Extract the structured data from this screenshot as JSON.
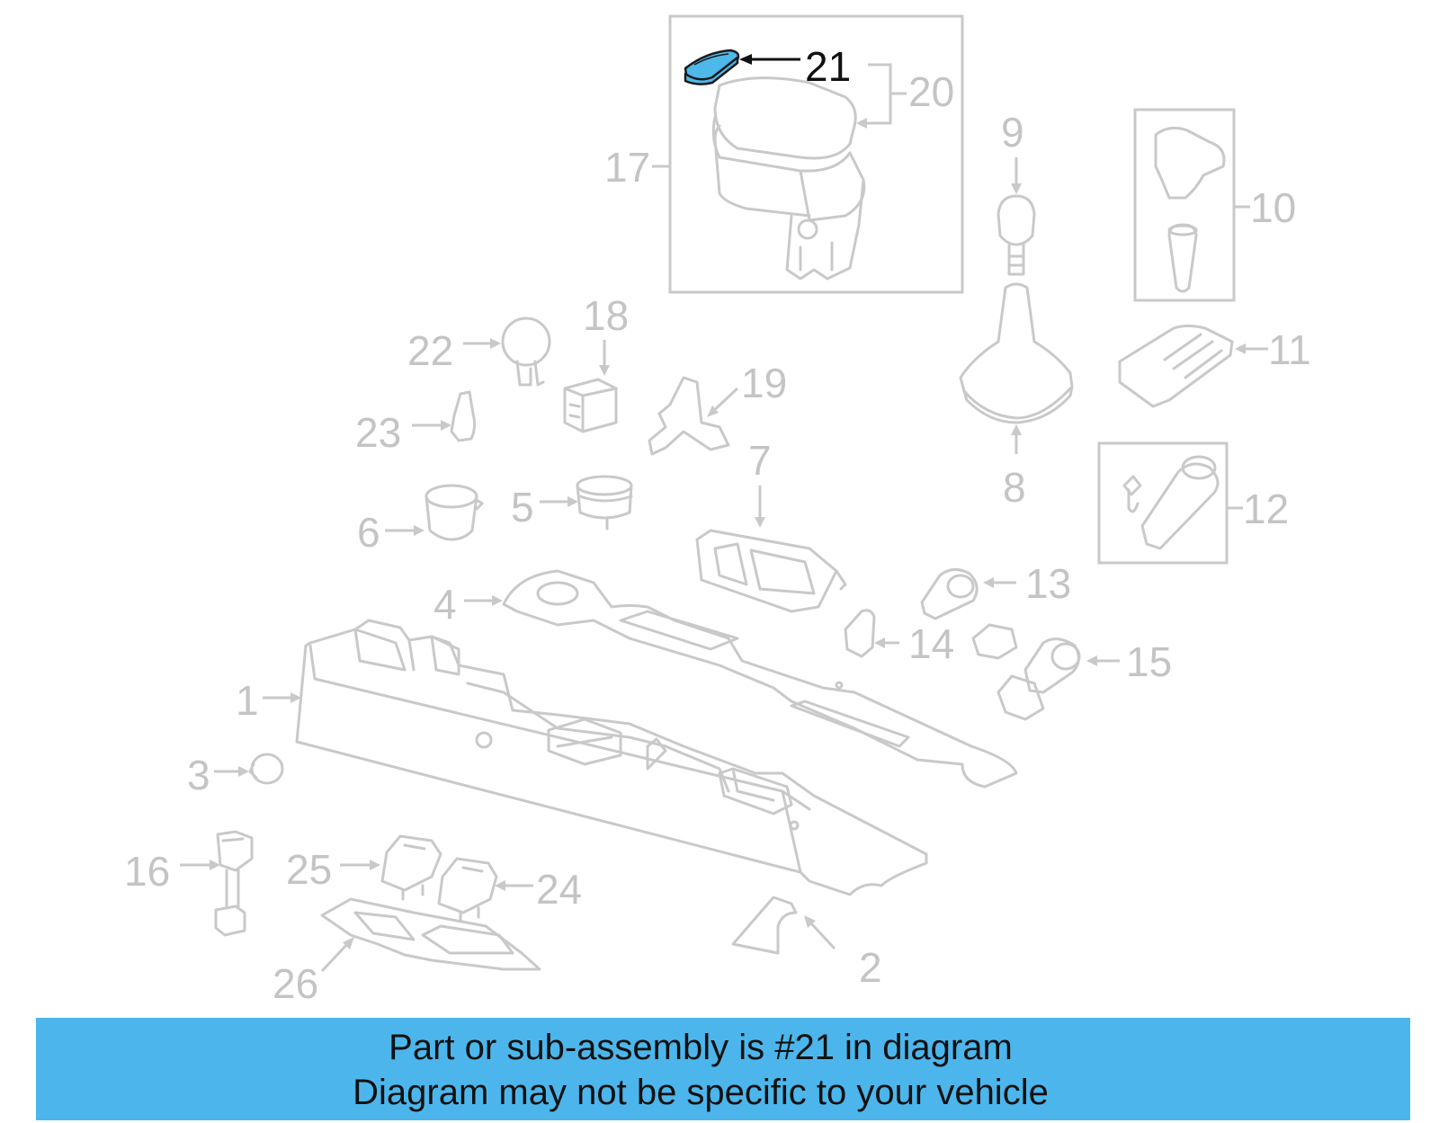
{
  "diagram": {
    "highlight_color": "#4fb8ea",
    "part_color": "#c9c9c9",
    "highlighted_callout": "21",
    "callouts": [
      "1",
      "2",
      "3",
      "4",
      "5",
      "6",
      "7",
      "8",
      "9",
      "10",
      "11",
      "12",
      "13",
      "14",
      "15",
      "16",
      "17",
      "18",
      "19",
      "20",
      "21",
      "22",
      "23",
      "24",
      "25",
      "26"
    ]
  },
  "banner": {
    "color": "#4cb6ec",
    "line1": "Part or sub-assembly is #21 in diagram",
    "line2": "Diagram may not be specific to your vehicle"
  }
}
